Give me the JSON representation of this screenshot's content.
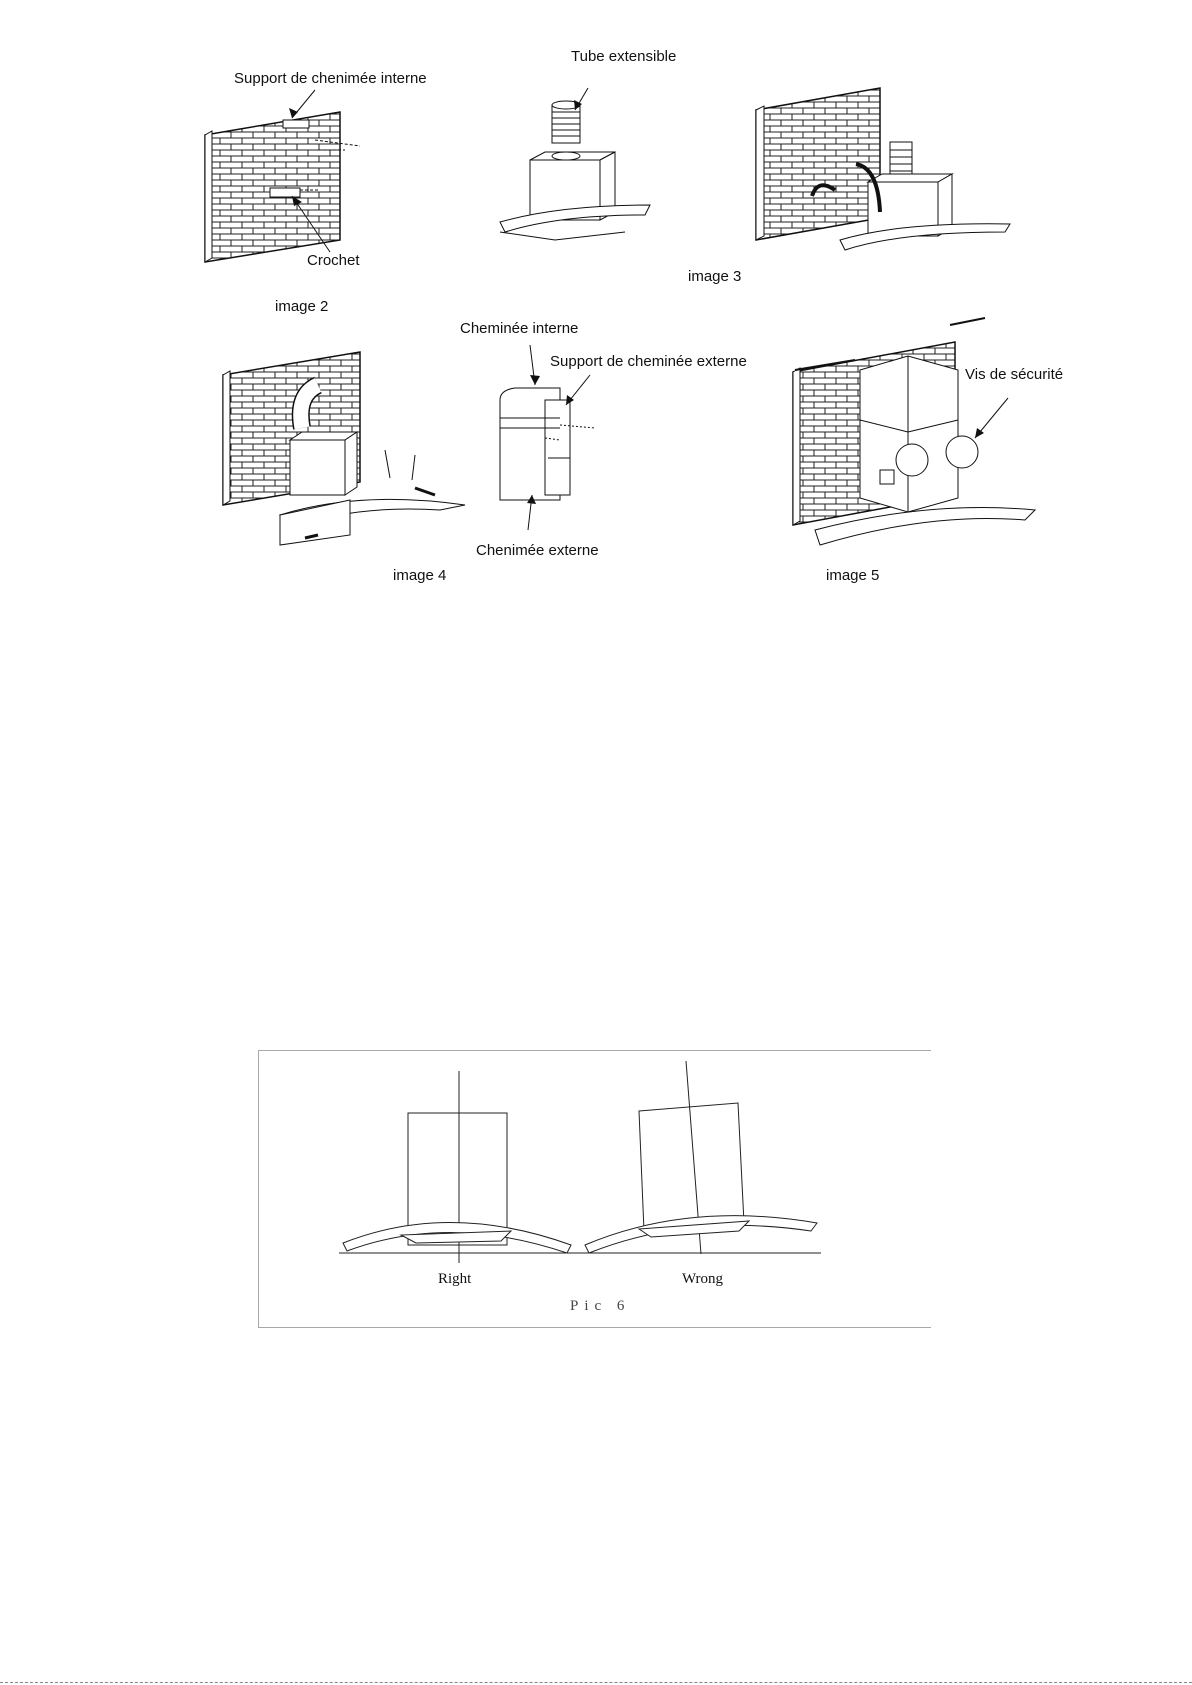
{
  "labels": {
    "support_interne": "Support de chenimée interne",
    "crochet": "Crochet",
    "tube": "Tube extensible",
    "cheminee_interne": "Cheminée interne",
    "support_externe": "Support de cheminée externe",
    "chenimee_externe": "Chenimée externe",
    "vis": "Vis de sécurité"
  },
  "captions": {
    "image2": "image 2",
    "image3": "image 3",
    "image4": "image 4",
    "image5": "image 5"
  },
  "pic6": {
    "right_label": "Right",
    "wrong_label": "Wrong",
    "caption": "Pic 6"
  }
}
